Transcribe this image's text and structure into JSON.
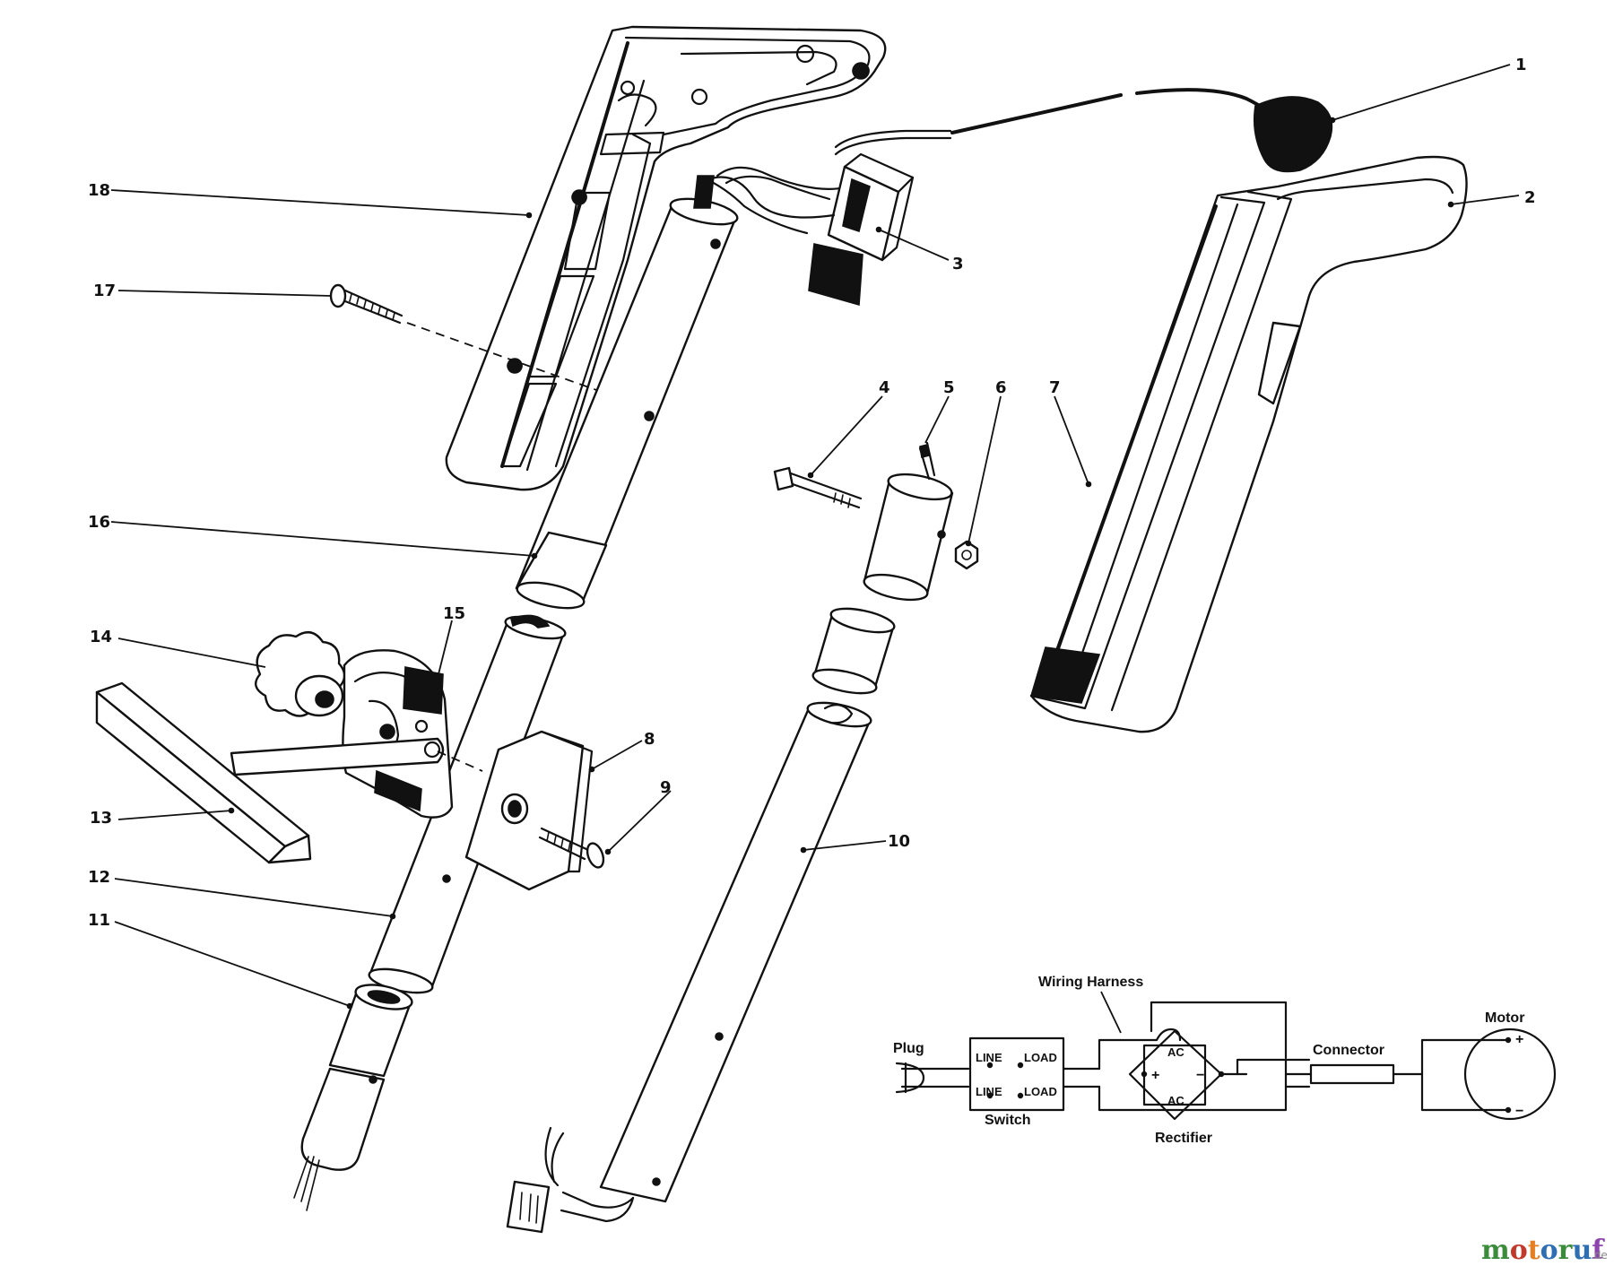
{
  "diagram": {
    "part_numbers": [
      "1",
      "2",
      "3",
      "4",
      "5",
      "6",
      "7",
      "8",
      "9",
      "10",
      "11",
      "12",
      "13",
      "14",
      "15",
      "16",
      "17",
      "18"
    ],
    "wiring": {
      "wiring_harness_label": "Wiring Harness",
      "plug_label": "Plug",
      "switch_label": "Switch",
      "switch_terminals": [
        "LINE",
        "LOAD",
        "LINE",
        "LOAD"
      ],
      "rectifier_label": "Rectifier",
      "rectifier_terminals": [
        "AC",
        "AC",
        "+",
        "−"
      ],
      "connector_label": "Connector",
      "motor_label": "Motor",
      "motor_terminals": [
        "+",
        "−"
      ]
    }
  },
  "watermark": {
    "brand": "motoruf",
    "tld": ".de"
  }
}
